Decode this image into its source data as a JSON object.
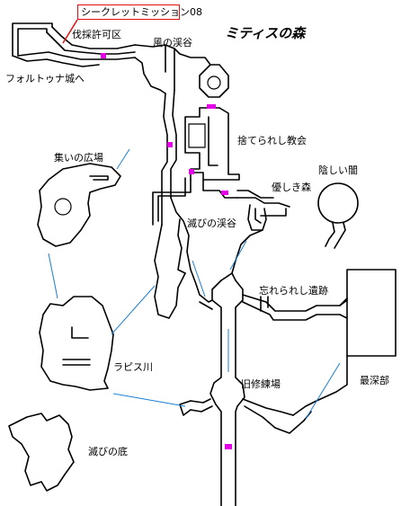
{
  "title": "ミティスの森",
  "callout": "シークレットミッション08",
  "colors": {
    "door": "#e400e4",
    "link_arrow": "#1a7fd6",
    "callout_border": "#e01010"
  },
  "areas": {
    "lumber": "伐採許可区",
    "fortuna": "フォルトゥナ城へ",
    "wind_valley": "風の渓谷",
    "church": "捨てられし教会",
    "plaza": "集いの広場",
    "dark": "陰しい闇",
    "gentle_forest": "優しき森",
    "ruin_valley": "滅びの渓谷",
    "forgotten_ruins": "忘れられし遺跡",
    "lapis_river": "ラピス川",
    "deepest": "最深部",
    "old_training": "旧修練場",
    "ruin_bottom": "滅びの底"
  }
}
